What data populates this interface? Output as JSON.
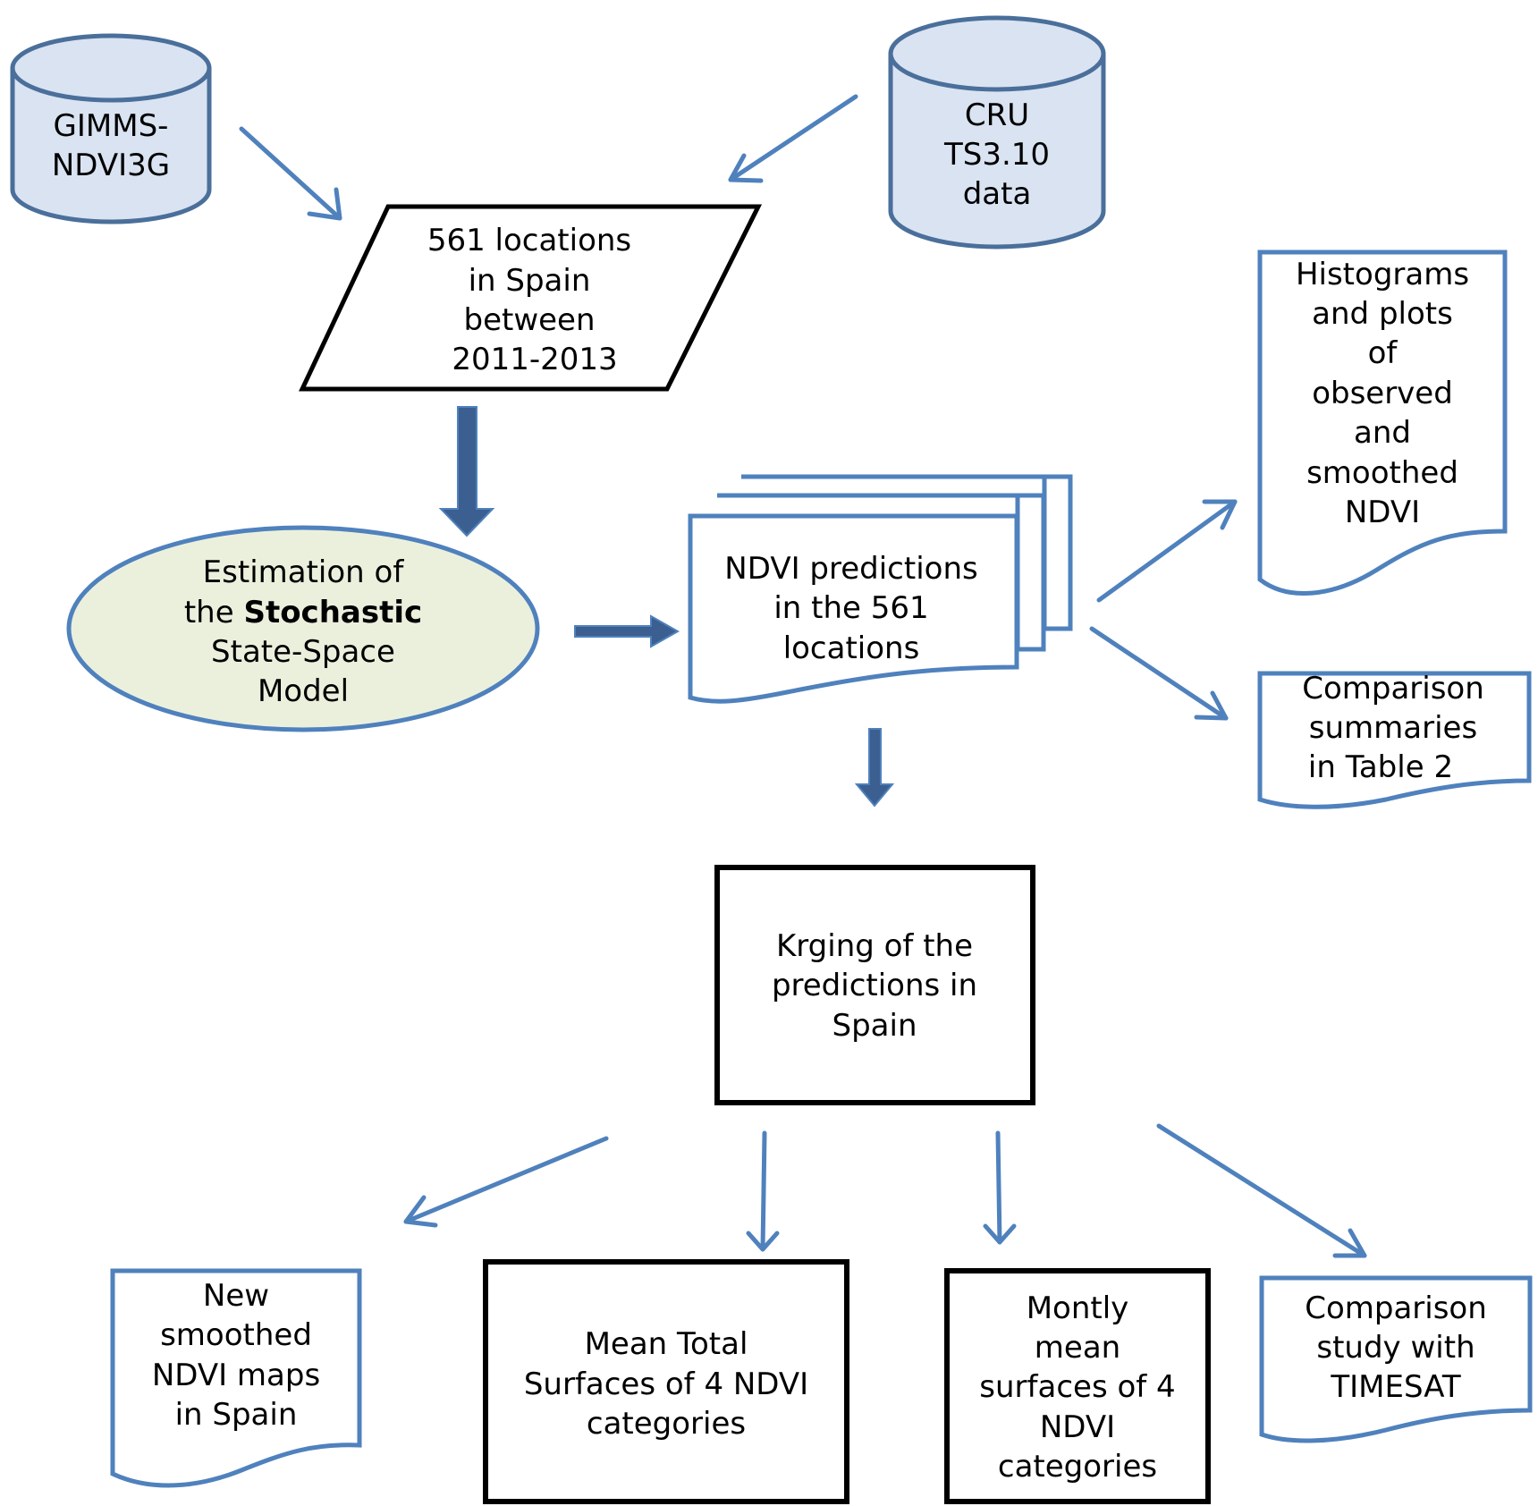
{
  "colors": {
    "cylinder_fill": "#dae3f1",
    "cylinder_stroke": "#4a6f9b",
    "ellipse_fill": "#ebf0dd",
    "ellipse_stroke": "#4f81bd",
    "doc_stroke": "#4f81bd",
    "arrow_light": "#4f81bd",
    "arrow_dark": "#3b5f90",
    "box_stroke": "#000000"
  },
  "nodes": {
    "gimms": [
      "GIMMS-",
      "NDVI3G"
    ],
    "cru": [
      "CRU",
      "TS3.10",
      "data"
    ],
    "locations": [
      "561 locations",
      "in Spain",
      "between",
      "2011-2013"
    ],
    "estimation": {
      "line1": "Estimation of",
      "line2_prefix": "the ",
      "line2_bold": "Stochastic",
      "line3": "State-Space",
      "line4": "Model"
    },
    "predictions": [
      "NDVI predictions",
      "in the 561",
      "locations"
    ],
    "histograms": [
      "Histograms",
      "and plots",
      "of",
      "observed",
      "and",
      "smoothed",
      "NDVI"
    ],
    "comparison_summaries": [
      "Comparison",
      "summaries",
      "in Table 2"
    ],
    "kriging": [
      "Krging of the",
      "predictions in",
      "Spain"
    ],
    "new_maps": [
      "New",
      "smoothed",
      "NDVI maps",
      "in Spain"
    ],
    "mean_total": [
      "Mean Total",
      "Surfaces of 4 NDVI",
      "categories"
    ],
    "monthly": [
      "Montly",
      "mean",
      "surfaces of 4",
      "NDVI",
      "categories"
    ],
    "timesat": [
      "Comparison",
      "study with",
      "TIMESAT"
    ]
  }
}
